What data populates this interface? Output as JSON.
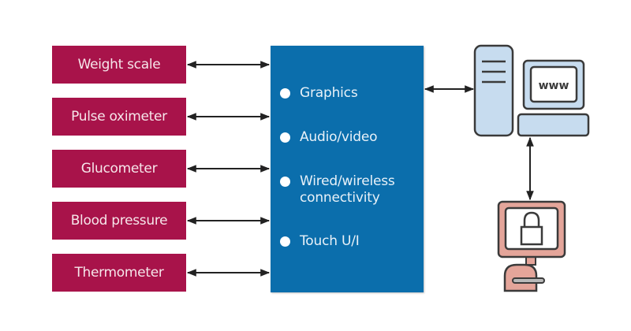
{
  "diagram": {
    "devices": [
      {
        "label": "Weight scale"
      },
      {
        "label": "Pulse oximeter"
      },
      {
        "label": "Glucometer"
      },
      {
        "label": "Blood pressure"
      },
      {
        "label": "Thermometer"
      }
    ],
    "hub": {
      "features": [
        {
          "label": "Graphics"
        },
        {
          "label": "Audio/video"
        },
        {
          "label": "Wired/wireless connectivity"
        },
        {
          "label": "Touch U/I"
        }
      ]
    },
    "server": {
      "icon": "server-tower-icon"
    },
    "web_terminal": {
      "screen_text": "www",
      "icon": "desktop-computer-icon"
    },
    "secure_terminal": {
      "icon": "lock-icon"
    },
    "colors": {
      "device_fill": "#a8134a",
      "hub_fill": "#0b6eac",
      "computer_fill": "#c7dcef",
      "secure_fill": "#e4a59a",
      "outline": "#3a3a3a"
    }
  }
}
